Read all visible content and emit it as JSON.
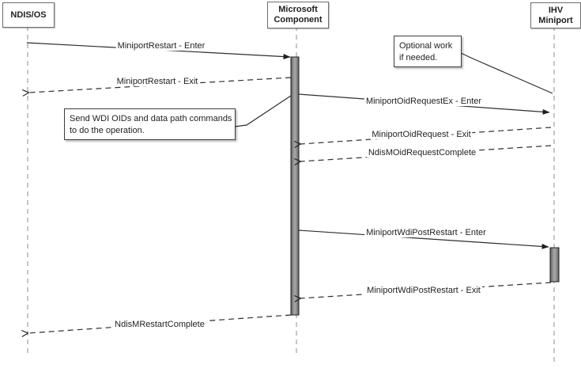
{
  "actors": [
    {
      "id": "ndis-os",
      "lines": [
        "NDIS/OS"
      ]
    },
    {
      "id": "microsoft-component",
      "lines": [
        "Microsoft",
        "Component"
      ]
    },
    {
      "id": "ihv-miniport",
      "lines": [
        "IHV",
        "Miniport"
      ]
    }
  ],
  "messages": [
    {
      "label": "MiniportRestart - Enter",
      "from": "NDIS/OS",
      "to": "Microsoft Component",
      "kind": "call"
    },
    {
      "label": "MiniportRestart - Exit",
      "from": "Microsoft Component",
      "to": "NDIS/OS",
      "kind": "return"
    },
    {
      "label": "MiniportOidRequestEx - Enter",
      "from": "Microsoft Component",
      "to": "IHV Miniport",
      "kind": "call"
    },
    {
      "label": "MiniportOidRequest - Exit",
      "from": "IHV Miniport",
      "to": "Microsoft Component",
      "kind": "return"
    },
    {
      "label": "NdisMOidRequestComplete",
      "from": "IHV Miniport",
      "to": "Microsoft Component",
      "kind": "return"
    },
    {
      "label": "MiniportWdiPostRestart - Enter",
      "from": "Microsoft Component",
      "to": "IHV Miniport",
      "kind": "call"
    },
    {
      "label": "MiniportWdiPostRestart - Exit",
      "from": "IHV Miniport",
      "to": "Microsoft Component",
      "kind": "return"
    },
    {
      "label": "NdisMRestartComplete",
      "from": "Microsoft Component",
      "to": "NDIS/OS",
      "kind": "return"
    }
  ],
  "notes": [
    {
      "lines": [
        "Optional work",
        "if needed."
      ],
      "points_to": "IHV Miniport"
    },
    {
      "lines": [
        "Send WDI OIDs and data path commands",
        "to do the operation."
      ],
      "points_to": "Microsoft Component"
    }
  ],
  "colors": {
    "background": "#ffffff",
    "line": "#2e2e2e",
    "lifeline": "#8c8c8c",
    "activation_fill": "#8f8f8f",
    "activation_border": "#1f1f1f",
    "text": "#1f1f1f",
    "box_border": "#6e6e6e",
    "note_border": "#3c3c3c"
  }
}
